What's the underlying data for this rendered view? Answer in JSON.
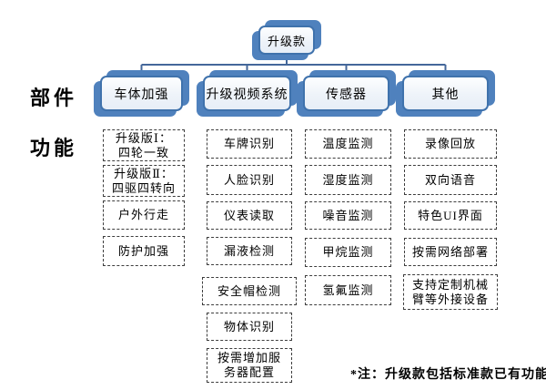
{
  "diagram": {
    "root": {
      "label": "升级款"
    },
    "side_labels": {
      "parts": "部件",
      "functions": "功能"
    },
    "columns": [
      {
        "header": "车体加强",
        "items": [
          "升级版Ⅰ：\n四轮一致",
          "升级版Ⅱ：\n四驱四转向",
          "户外行走",
          "防护加强"
        ]
      },
      {
        "header": "升级视频系统",
        "items": [
          "车牌识别",
          "人脸识别",
          "仪表读取",
          "漏液检测",
          "安全帽检测",
          "物体识别",
          "按需增加服\n务器配置"
        ]
      },
      {
        "header": "传感器",
        "items": [
          "温度监测",
          "湿度监测",
          "噪音监测",
          "甲烷监测",
          "氢氟监测"
        ]
      },
      {
        "header": "其他",
        "items": [
          "录像回放",
          "双向语音",
          "特色UI界面",
          "按需网络部署",
          "支持定制机械\n臂等外接设备"
        ]
      }
    ],
    "footnote": "*注：升级款包括标准款已有功能",
    "colors": {
      "node_fill": "#4f81bd",
      "node_border": "#3f72ac",
      "connector": "#44679a",
      "dashed_border": "#3d3d3d",
      "background": "#ffffff"
    }
  }
}
